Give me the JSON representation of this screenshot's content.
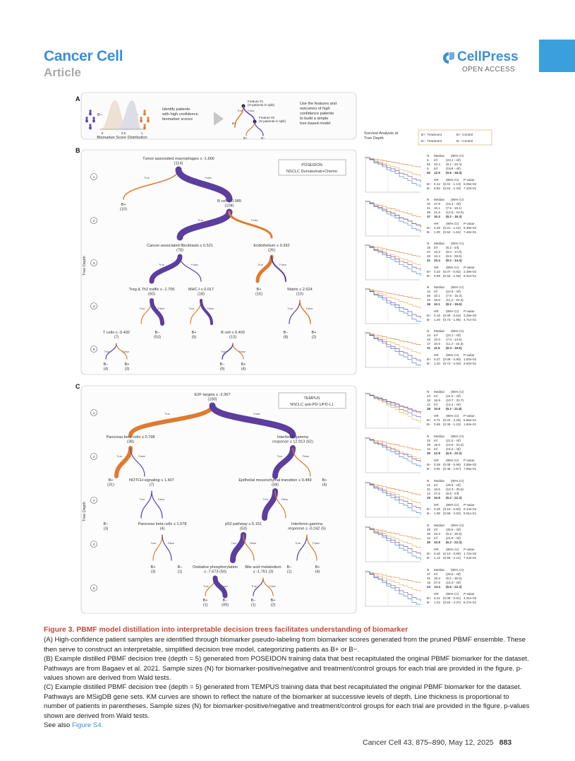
{
  "header": {
    "journal": "Cancer Cell",
    "article_type": "Article",
    "publisher": "CellPress",
    "access": "OPEN ACCESS"
  },
  "colors": {
    "accent": "#3d8fd6",
    "bplus": "#e07a2e",
    "bminus": "#5b3e9e",
    "caption_title": "#c24a3a"
  },
  "panel_a": {
    "letter": "A",
    "dist_label": "Biomarker Score Distribution",
    "ticks": [
      "0",
      "0.5",
      "1"
    ],
    "bminus": "B−",
    "bplus": "B+",
    "identify_text": [
      "Identify patients",
      "with high confidence",
      "biomarker scores"
    ],
    "feature1": [
      "Feature #1",
      "(N patients in split)"
    ],
    "feature2": [
      "Feature #2",
      "(N patients in split)"
    ],
    "true": "True",
    "false": "False",
    "use_text": [
      "Use the features and",
      "outcomes of high",
      "confidence patients",
      "to build a simple",
      "tree-based model"
    ],
    "survival_header": [
      "Survival Analysis at",
      "Tree Depth"
    ],
    "legend": [
      "B+: Treatment",
      "B+: Control",
      "B−: Treatment",
      "B−: Control"
    ]
  },
  "panel_b": {
    "letter": "B",
    "box": [
      "POSEIDON",
      "NSCLC Durvalumab+Chemo"
    ],
    "depth_label": "Tree Depth",
    "depths": [
      "1",
      "2",
      "3",
      "4",
      "5"
    ],
    "nodes": [
      [
        "Tumor associated macrophages ≤ -1.666",
        "(114)"
      ],
      [
        "B cell ≤ 0.989",
        "(104)"
      ],
      [
        "Cancer-associated fibroblasts ≤ 0.521",
        "(78)"
      ],
      [
        "Endothelium ≤ 0.392",
        "(26)"
      ],
      [
        "Treg & Th2 traffic ≤ -1.706",
        "(60)"
      ],
      [
        "MHC-I ≤ 0.017",
        "(18)"
      ],
      [
        "Matrix ≤ 2.624",
        "(10)"
      ],
      [
        "T cells ≤ -0.432",
        "(7)"
      ],
      [
        "B cell ≤ 0.403",
        "(13)"
      ]
    ],
    "leaves": [
      [
        "B+",
        "(10)"
      ],
      [
        "B+",
        "(16)"
      ],
      [
        "B−",
        "(53)"
      ],
      [
        "B+",
        "(5)"
      ],
      [
        "B−",
        "(8)"
      ],
      [
        "B+",
        "(2)"
      ],
      [
        "B−",
        "(4)"
      ],
      [
        "B+",
        "(3)"
      ],
      [
        "B−",
        "(9)"
      ],
      [
        "B+",
        "(4)"
      ]
    ],
    "stats": [
      {
        "n": [
          "5",
          "52",
          "5",
          "52"
        ],
        "med": [
          "inf",
          "10.4",
          "inf",
          "12.5"
        ],
        "ci": [
          "(23.1 - inf)",
          "(8.1 - 20.4)",
          "(19.8 - inf)",
          "(9.6 - 18.3)"
        ],
        "hr": [
          "0.12",
          "0.93"
        ],
        "hci": [
          "(0.01 - 1.13)",
          "(0.61 - 1.43)"
        ],
        "p": [
          "6.09e-02",
          "7.42e-01"
        ]
      },
      {
        "n": [
          "10",
          "41",
          "28",
          "37"
        ],
        "med": [
          "27.8",
          "10.1",
          "21.6",
          "10.4"
        ],
        "ci": [
          "(15.4 - inf)",
          "(7.6 - 19.1)",
          "(12.5 - 24.5)",
          "(8.2 - 18.3)"
        ],
        "hr": [
          "0.48",
          "1.00"
        ],
        "hci": [
          "(0.21 - 1.14)",
          "(0.62 - 1.64)"
        ],
        "p": [
          "6.39e-02",
          "7.42e-01"
        ]
      },
      {
        "n": [
          "19",
          "47",
          "20",
          "41"
        ],
        "med": [
          "inf",
          "10.3",
          "13.4",
          "10.4"
        ],
        "ci": [
          "(6.2 - inf)",
          "(8.0 - 17.0)",
          "(8.5 - 28.5)",
          "(8.2 - 14.4)"
        ],
        "hr": [
          "0.23",
          "0.98"
        ],
        "hci": [
          "(0.07 - 0.82)",
          "(0.62 - 1.55)"
        ],
        "p": [
          "2.39e-02",
          "9.31e-01"
        ]
      },
      {
        "n": [
          "12",
          "45",
          "19",
          "36"
        ],
        "med": [
          "inf",
          "10.1",
          "16.0",
          "10.1"
        ],
        "ci": [
          "(22.9 - inf)",
          "(7.8 - 15.3)",
          "(11.2 - 22.3)",
          "(8.2 - 19.6)"
        ],
        "hr": [
          "0.16",
          "1.20"
        ],
        "hci": [
          "(0.05 - 0.54)",
          "(0.73 - 1.95)"
        ],
        "p": [
          "3.29e-03",
          "4.71e-01"
        ]
      },
      {
        "n": [
          "14",
          "43",
          "17",
          "31"
        ],
        "med": [
          "inf",
          "10.0",
          "16.9",
          "11.5"
        ],
        "ci": [
          "(23.1 - inf)",
          "(7.0 - 14.6)",
          "(11.2 - 22.3)",
          "(8.3 - 19.6)"
        ],
        "hr": [
          "0.27",
          "1.20"
        ],
        "hci": [
          "(0.09 - 0.80)",
          "(0.72 - 2.00)"
        ],
        "p": [
          "1.52e-02",
          "4.82e-01"
        ]
      }
    ]
  },
  "panel_c": {
    "letter": "C",
    "box": [
      "TEMPUS",
      "NSCLC anti-PD-1/PD-L1"
    ],
    "depth_label": "Tree Depth",
    "depths": [
      "1",
      "2",
      "3",
      "4",
      "5"
    ],
    "nodes": [
      [
        "E2F targets ≤ -2.367",
        "(100)"
      ],
      [
        "Pancreas beta cells ≤ 0.798",
        "(38)"
      ],
      [
        "Interferon gamma",
        "response ≤ 12.913 (62)"
      ],
      [
        "NOTCH signaling ≤ 1.407",
        "(7)"
      ],
      [
        "Epithelial mesenchymal transition ≤ 9.489",
        "(58)"
      ],
      [
        "Pancreas beta cells ≤ 1.578",
        "(4)"
      ],
      [
        "p53 pathway ≤ 5.151",
        "(53)"
      ],
      [
        "Interferon gamma",
        "response ≤ -0.242 (5)"
      ],
      [
        "Oxidative phosphorylation",
        "≤ -7.673 (50)"
      ],
      [
        "Bile acid metabolism",
        "≤ -1.761 (3)"
      ]
    ],
    "leaves": [
      [
        "B+",
        "(31)"
      ],
      [
        "B+",
        "(4)"
      ],
      [
        "B−",
        "(3)"
      ],
      [
        "B+",
        "(3)"
      ],
      [
        "B−",
        "(1)"
      ],
      [
        "B−",
        "(1)"
      ],
      [
        "B+",
        "(4)"
      ],
      [
        "B+",
        "(1)"
      ],
      [
        "B−",
        "(49)"
      ],
      [
        "B−",
        "(1)"
      ],
      [
        "B+",
        "(2)"
      ]
    ],
    "stats": [
      {
        "n": [
          "24",
          "34",
          "11",
          "28"
        ],
        "med": [
          "inf",
          "16.9",
          "inf",
          "10.8"
        ],
        "ci": [
          "(21.0 - inf)",
          "(10.7 - 33.7)",
          "(12.4 - inf)",
          "(6.2 - 21.8)"
        ],
        "hr": [
          "0.71",
          "0.65"
        ],
        "hci": [
          "(0.22 - 2.26)",
          "(0.35 - 1.23)"
        ],
        "p": [
          "5.66e-01",
          "1.84e-01"
        ]
      },
      {
        "n": [
          "23",
          "35",
          "12",
          "30"
        ],
        "med": [
          "inf",
          "15.6",
          "inf",
          "12.8"
        ],
        "ci": [
          "(21.0 - inf)",
          "(10.0 - 31.6)",
          "(15.3 - inf)",
          "(6.5 - 22.3)"
        ],
        "hr": [
          "0.28",
          "0.91"
        ],
        "hci": [
          "(0.08 - 0.95)",
          "(0.49 - 1.67)"
        ],
        "p": [
          "3.58e-02",
          "7.55e-01"
        ]
      },
      {
        "n": [
          "21",
          "31",
          "12",
          "25"
        ],
        "med": [
          "inf",
          "15.6",
          "27.8",
          "10.8"
        ],
        "ci": [
          "(28.6 - inf)",
          "(10.3 - 30.6)",
          "(8.9 - inf)",
          "(6.2 - 22.3)"
        ],
        "hr": [
          "0.29",
          "1.08"
        ],
        "hci": [
          "(0.10 - 0.83)",
          "(0.58 - 2.02)"
        ],
        "p": [
          "2.14e-02",
          "8.01e-01"
        ]
      },
      {
        "n": [
          "26",
          "30",
          "12",
          "25"
        ],
        "med": [
          "inf",
          "18.3",
          "inf",
          "10.8"
        ],
        "ci": [
          "(28.6 - inf)",
          "(9.2 - 30.6)",
          "(21.0 - inf)",
          "(6.2 - 22.3)"
        ],
        "hr": [
          "0.28",
          "1.12"
        ],
        "hci": [
          "(0.10 - 0.80)",
          "(0.59 - 2.14)"
        ],
        "p": [
          "1.72e-02",
          "7.24e-01"
        ]
      },
      {
        "n": [
          "27",
          "31",
          "15",
          "24"
        ],
        "med": [
          "inf",
          "18.3",
          "27.8",
          "14.4"
        ],
        "ci": [
          "(28.6 - inf)",
          "(9.2 - 30.6)",
          "(15.3 - inf)",
          "(6.5 - 22.3)"
        ],
        "hr": [
          "0.21",
          "1.23"
        ],
        "hci": [
          "(0.08 - 0.61)",
          "(0.64 - 2.37)"
        ],
        "p": [
          "4.31e-03",
          "5.27e-01"
        ]
      }
    ]
  },
  "stat_headers": {
    "n": "N",
    "median": "Median",
    "ci95": "(95% CI)",
    "hr": "HR",
    "pval": "P-value",
    "rows": [
      "B+",
      "B−"
    ]
  },
  "caption": {
    "title": "Figure 3. PBMF model distillation into interpretable decision trees facilitates understanding of biomarker",
    "a": "(A) High-confidence patient samples are identified through biomarker pseudo-labeling from biomarker scores generated from the pruned PBMF ensemble. These then serve to construct an interpretable, simplified decision tree model, categorizing patients as B+ or B−.",
    "b": "(B) Example distilled PBMF decision tree (depth = 5) generated from POSEIDON training data that best recapitulated the original PBMF biomarker for the dataset. Pathways are from Bagaev et al. 2021. Sample sizes (N) for biomarker-positive/negative and treatment/control groups for each trial are provided in the figure. p-values shown are derived from Wald tests.",
    "c": "(C) Example distilled PBMF decision tree (depth = 5) generated from TEMPUS training data that best recapitulated the original PBMF biomarker for the dataset. Pathways are MSigDB gene sets. KM curves are shown to reflect the nature of the biomarker at successive levels of depth. Line thickness is proportional to number of patients in parentheses. Sample sizes (N) for biomarker-positive/negative and treatment/control groups for each trial are provided in the figure. p-values shown are derived from Wald tests.",
    "see_also_prefix": "See also ",
    "see_also_link": "Figure S4."
  },
  "footer": {
    "citation": "Cancer Cell 43, 875–890, May 12, 2025",
    "page": "883"
  }
}
